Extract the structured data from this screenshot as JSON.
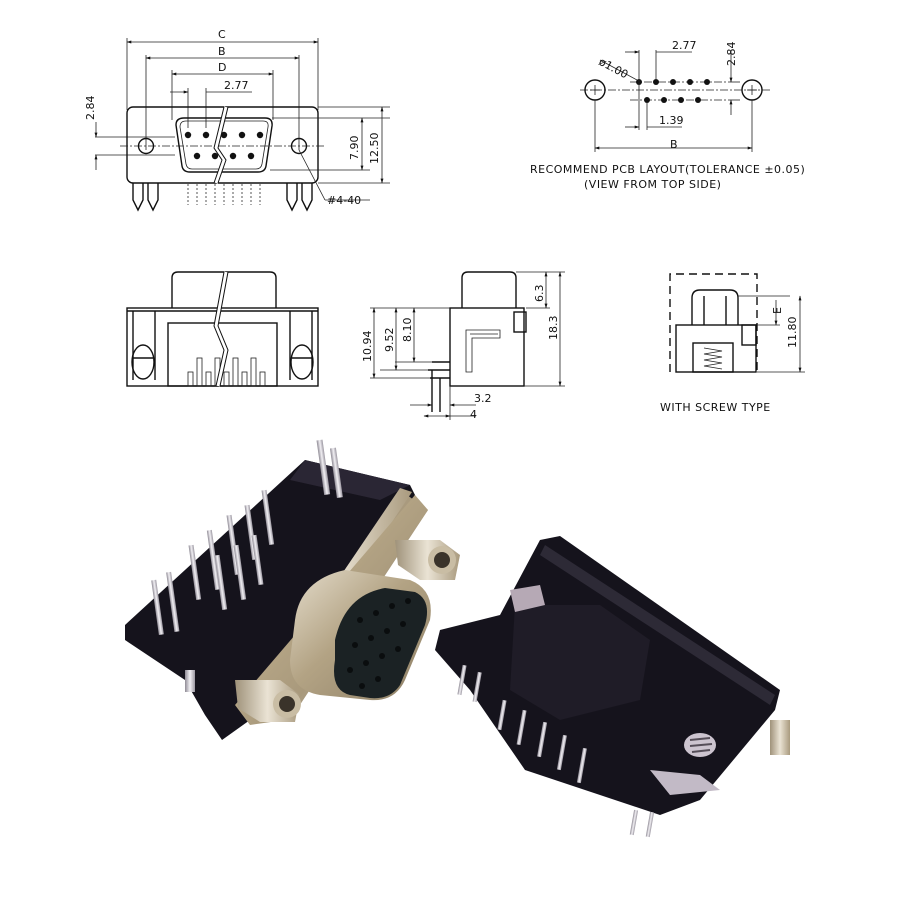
{
  "front_view": {
    "dim_c": "C",
    "dim_b": "B",
    "dim_d": "D",
    "dim_pitch": "2.77",
    "dim_row": "2.84",
    "dim_790": "7.90",
    "dim_1250": "12.50",
    "screw_thread": "#4-40"
  },
  "pcb_layout": {
    "dim_hole": "ø1.00",
    "dim_pitch": "2.77",
    "dim_row": "2.84",
    "dim_offset": "1.39",
    "dim_b": "B",
    "caption_line1": "RECOMMEND PCB LAYOUT(TOLERANCE ±0.05)",
    "caption_line2": "(VIEW FROM TOP SIDE)"
  },
  "side_view": {
    "dim_1094": "10.94",
    "dim_952": "9.52",
    "dim_810": "8.10",
    "dim_63": "6.3",
    "dim_183": "18.3",
    "dim_32": "3.2",
    "dim_4": "4"
  },
  "screw_view": {
    "dim_e": "E",
    "dim_1180": "11.80",
    "caption": "WITH SCREW TYPE"
  },
  "photos": {
    "colors": {
      "housing": "#15131c",
      "shell_metal": "#b9ab90",
      "pin_metal": "#c9c5cc",
      "background": "#ffffff"
    }
  }
}
